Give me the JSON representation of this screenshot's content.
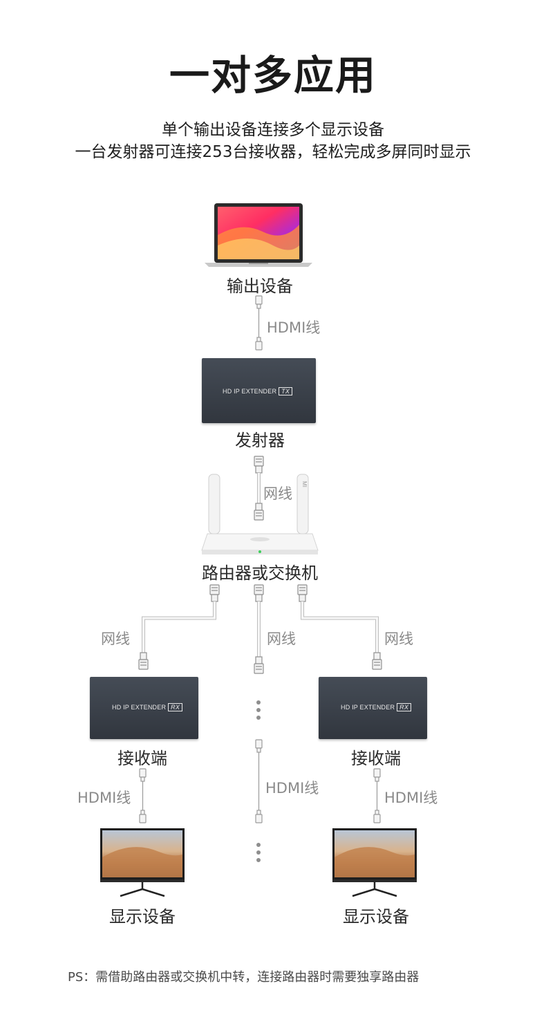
{
  "title": "一对多应用",
  "subtitle_line1": "单个输出设备连接多个显示设备",
  "subtitle_line2": "一台发射器可连接253台接收器，轻松完成多屏同时显示",
  "labels": {
    "source": "输出设备",
    "transmitter": "发射器",
    "router": "路由器或交换机",
    "receiver_left": "接收端",
    "receiver_right": "接收端",
    "display_left": "显示设备",
    "display_right": "显示设备"
  },
  "cables": {
    "hdmi_top": "HDMI线",
    "net_top": "网线",
    "net_left": "网线",
    "net_center": "网线",
    "net_right": "网线",
    "hdmi_left": "HDMI线",
    "hdmi_center": "HDMI线",
    "hdmi_right": "HDMI线"
  },
  "devices": {
    "tx_text": "HD IP EXTENDER",
    "tx_tag": "TX",
    "rx_text": "HD IP EXTENDER",
    "rx_tag": "RX"
  },
  "footer": "PS：需借助路由器或交换机中转，连接路由器时需要独享路由器"
}
